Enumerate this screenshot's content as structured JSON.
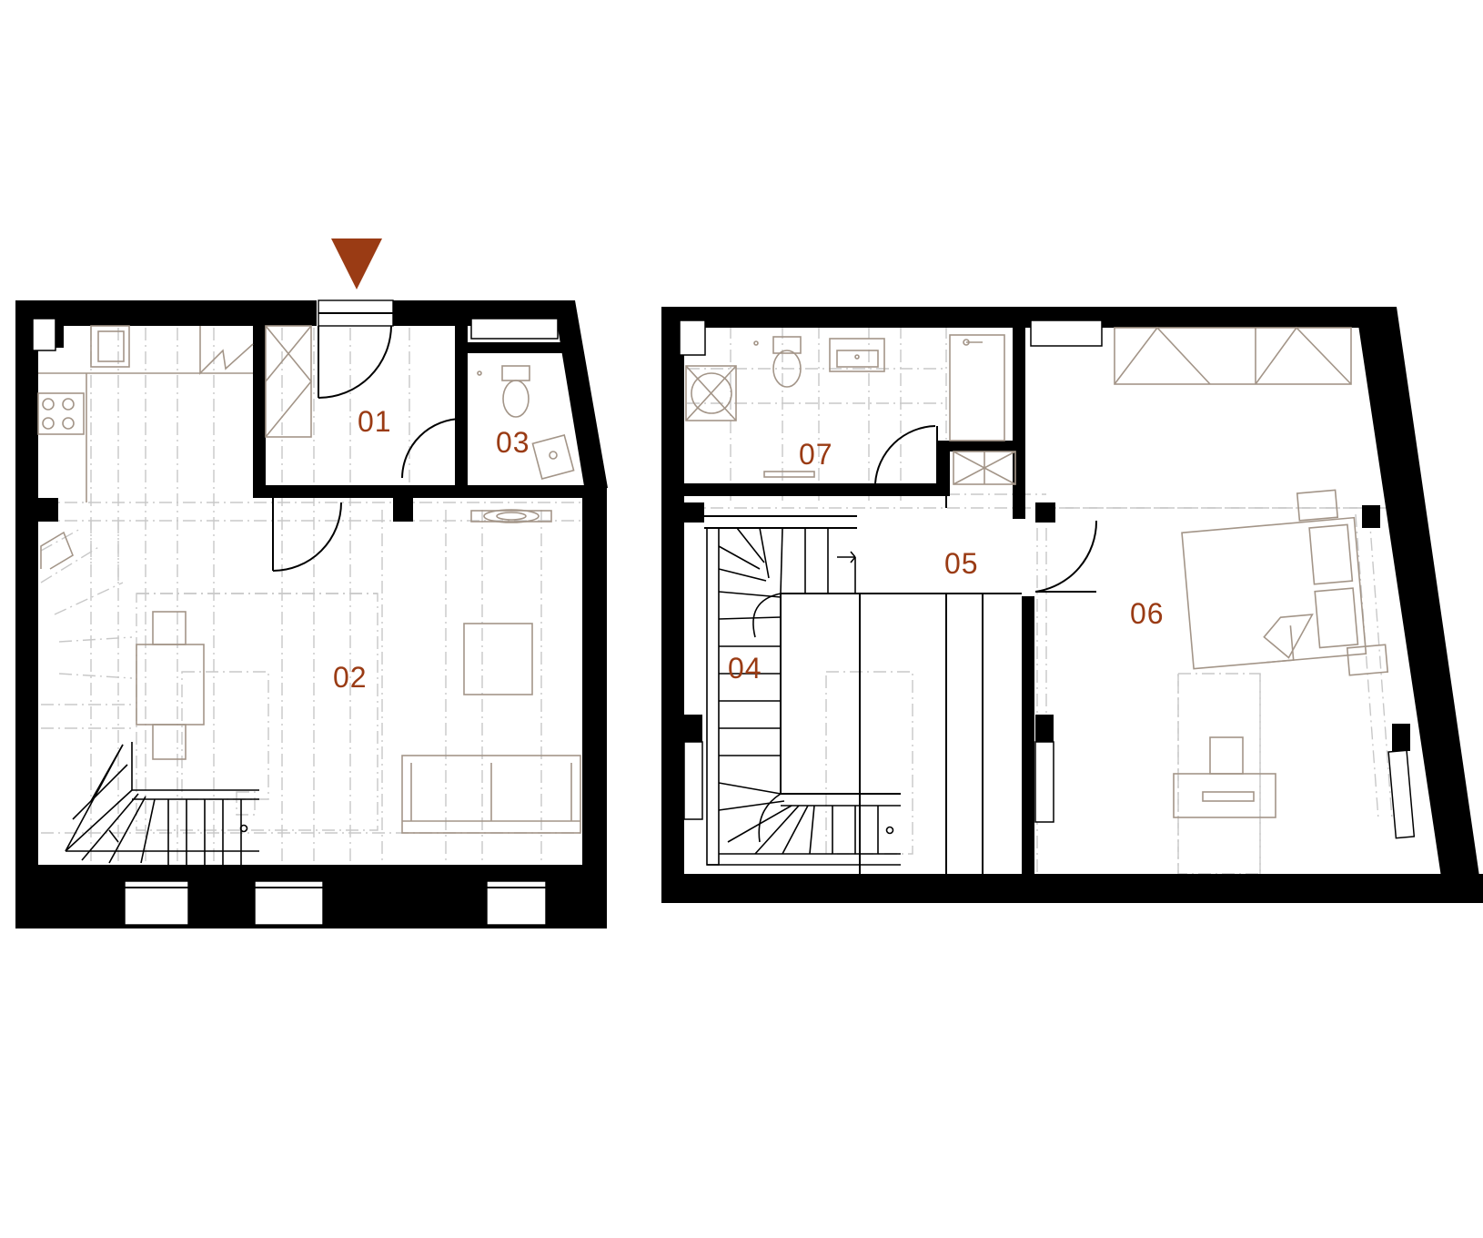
{
  "colors": {
    "accent": "#9a3b14",
    "wall": "#000000",
    "furniture": "#a39588"
  },
  "entrance": {
    "icon": "entrance-arrow-icon"
  },
  "rooms": [
    {
      "id": "01",
      "label": "01"
    },
    {
      "id": "02",
      "label": "02"
    },
    {
      "id": "03",
      "label": "03"
    },
    {
      "id": "04",
      "label": "04"
    },
    {
      "id": "05",
      "label": "05"
    },
    {
      "id": "06",
      "label": "06"
    },
    {
      "id": "07",
      "label": "07"
    }
  ]
}
